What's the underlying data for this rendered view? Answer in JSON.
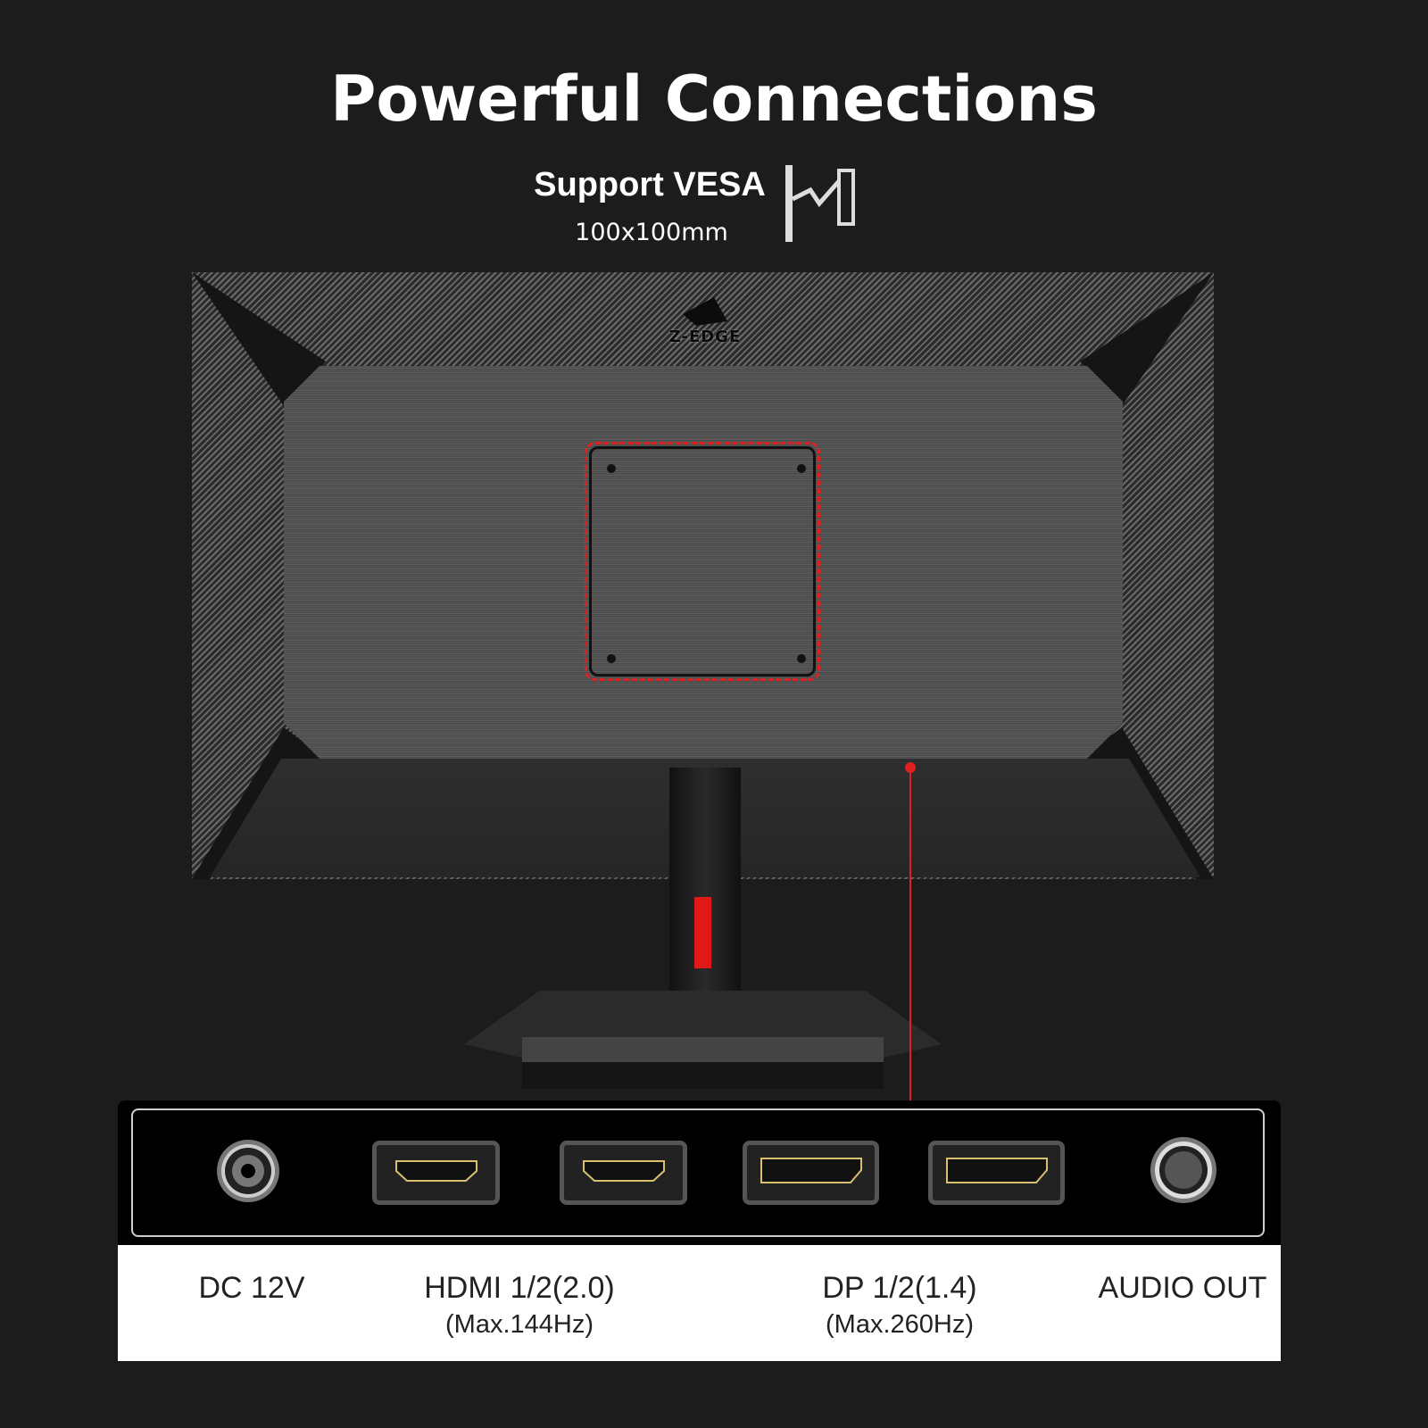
{
  "header": {
    "title": "Powerful Connections",
    "vesa_title": "Support VESA",
    "vesa_size": "100x100mm",
    "vesa_icon": "wall-mount-arm-icon"
  },
  "product": {
    "brand_logo_text": "Z-EDGE",
    "accent_color": "#e02020"
  },
  "ports": [
    {
      "label": "DC 12V",
      "sub": "",
      "icon": "dc-power-jack-icon"
    },
    {
      "label": "HDMI 1/2(2.0)",
      "sub": "(Max.144Hz)",
      "icon": "hdmi-port-icon"
    },
    {
      "label": "DP 1/2(1.4)",
      "sub": "(Max.260Hz)",
      "icon": "displayport-icon"
    },
    {
      "label": "AUDIO OUT",
      "sub": "",
      "icon": "audio-jack-icon"
    }
  ]
}
